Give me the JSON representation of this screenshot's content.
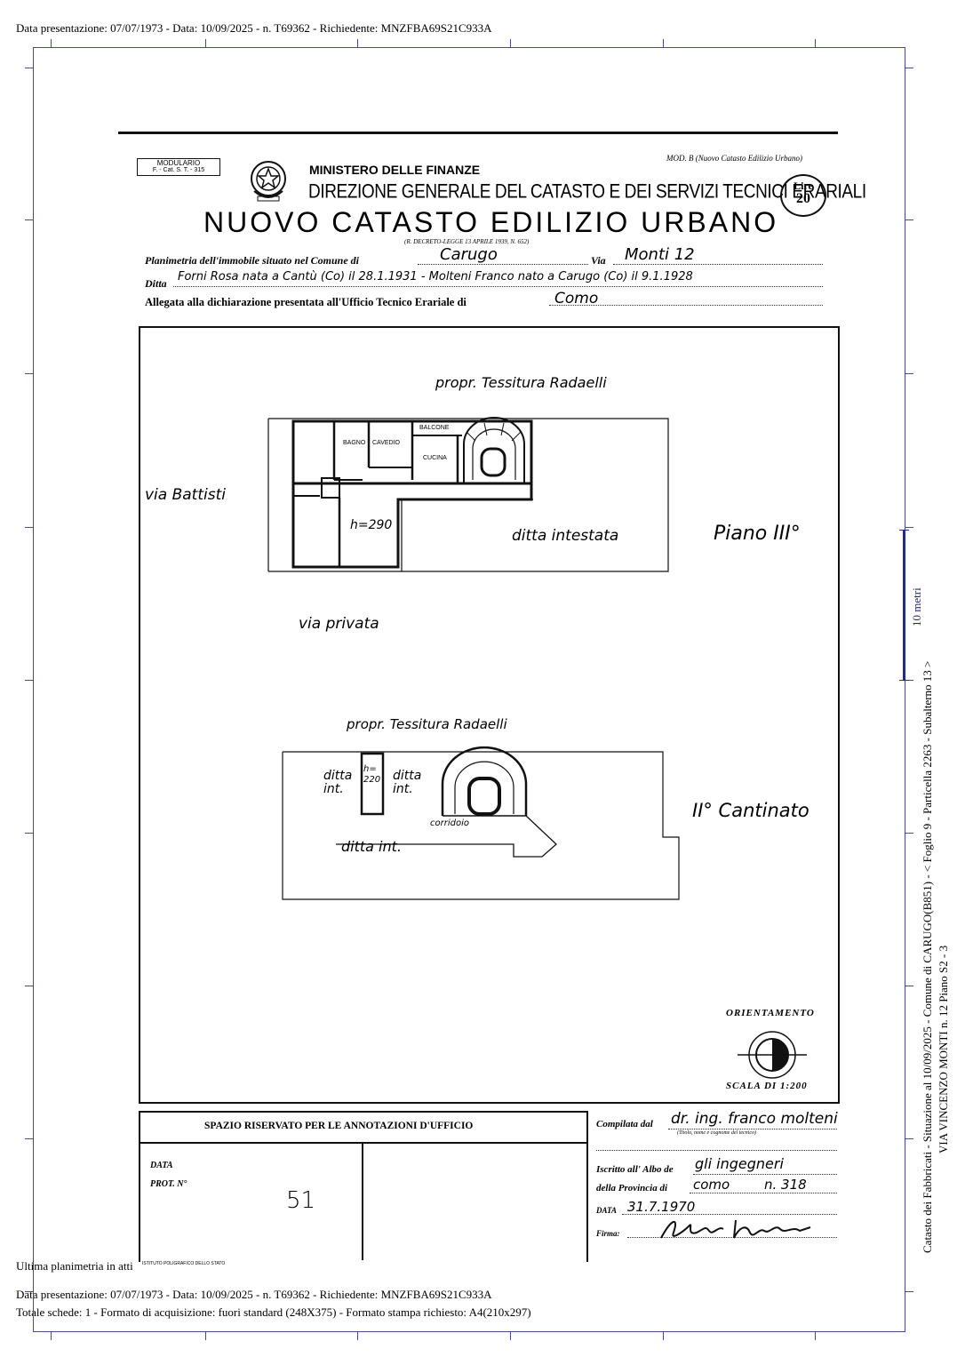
{
  "header": {
    "top_line": "Data presentazione: 07/07/1973 - Data: 10/09/2025 - n. T69362 - Richiedente: MNZFBA69S21C933A"
  },
  "form": {
    "modulario": "MODULARIO",
    "modulario_code": "F. - Cat. S. T. - 315",
    "ministry": "MINISTERO DELLE FINANZE",
    "direction": "DIREZIONE GENERALE DEL CATASTO E DEI SERVIZI TECNICI ERARIALI",
    "title": "NUOVO CATASTO EDILIZIO URBANO",
    "decree": "(R. DECRETO-LEGGE 13 APRILE 1939, N. 652)",
    "model": "MOD. B (Nuovo Catasto Edilizio Urbano)",
    "price_label": "Lire",
    "price_value": "20",
    "comune_label": "Planimetria dell'immobile situato nel Comune di",
    "comune_value": "Carugo",
    "via_label": "Via",
    "via_value": "Monti 12",
    "ditta_label": "Ditta",
    "ditta_value": "Forni Rosa nata a Cantù (Co) il 28.1.1931 - Molteni Franco nato a Carugo (Co) il 9.1.1928",
    "allegata_label": "Allegata alla dichiarazione presentata all'Ufficio Tecnico Erariale di",
    "allegata_value": "Como"
  },
  "plan": {
    "top_neighbor": "propr. Tessitura Radaelli",
    "left_street": "via Battisti",
    "bottom_street": "via privata",
    "balcony": "BALCONE",
    "bath": "BAGNO",
    "shaft": "CAVEDIO",
    "kitchen": "CUCINA",
    "height_upper": "h=290",
    "owner_area": "ditta intestata",
    "floor_upper": "Piano III°",
    "lower_neighbor": "propr. Tessitura Radaelli",
    "ditta_int_1": "ditta int.",
    "height_lower": "h= 220",
    "ditta_int_2": "ditta int.",
    "corridor": "corridoio",
    "ditta_int_3": "ditta int.",
    "floor_lower": "II° Cantinato",
    "orientation": "ORIENTAMENTO",
    "scale": "SCALA DI 1:200"
  },
  "office": {
    "reserved": "SPAZIO RISERVATO PER LE ANNOTAZIONI D'UFFICIO",
    "data_label": "DATA",
    "prot_label": "PROT. N°",
    "prot_value": "51",
    "compiled_label": "Compilata dal",
    "compiled_value": "dr. ing. franco molteni",
    "compiled_note": "(Titolo, nome e cognome del tecnico)",
    "albo_label": "Iscritto all' Albo de",
    "albo_value": "gli ingegneri",
    "province_label": "della Provincia di",
    "province_value": "como",
    "number_value": "n. 318",
    "date_label": "DATA",
    "date_value": "31.7.1970",
    "signature_label": "Firma:",
    "printer": "ISTITUTO POLIGRAFICO DELLO STATO"
  },
  "footer": {
    "last_plan": "Ultima planimetria in atti",
    "line1": "Data presentazione: 07/07/1973 - Data: 10/09/2025 - n. T69362 - Richiedente: MNZFBA69S21C933A",
    "line2": "Totale schede: 1 - Formato di acquisizione: fuori standard (248X375) - Formato stampa richiesto: A4(210x297)"
  },
  "side": {
    "scale_bar": "10 metri",
    "line1": "Catasto dei Fabbricati - Situazione al 10/09/2025 - Comune di CARUGO(B851) - < Foglio 9 - Particella 2263 - Subalterno 13 >",
    "line2": "VIA VINCENZO MONTI n. 12 Piano S2 - 3"
  },
  "colors": {
    "frame": "#4a4a8a",
    "ink": "#111111"
  }
}
